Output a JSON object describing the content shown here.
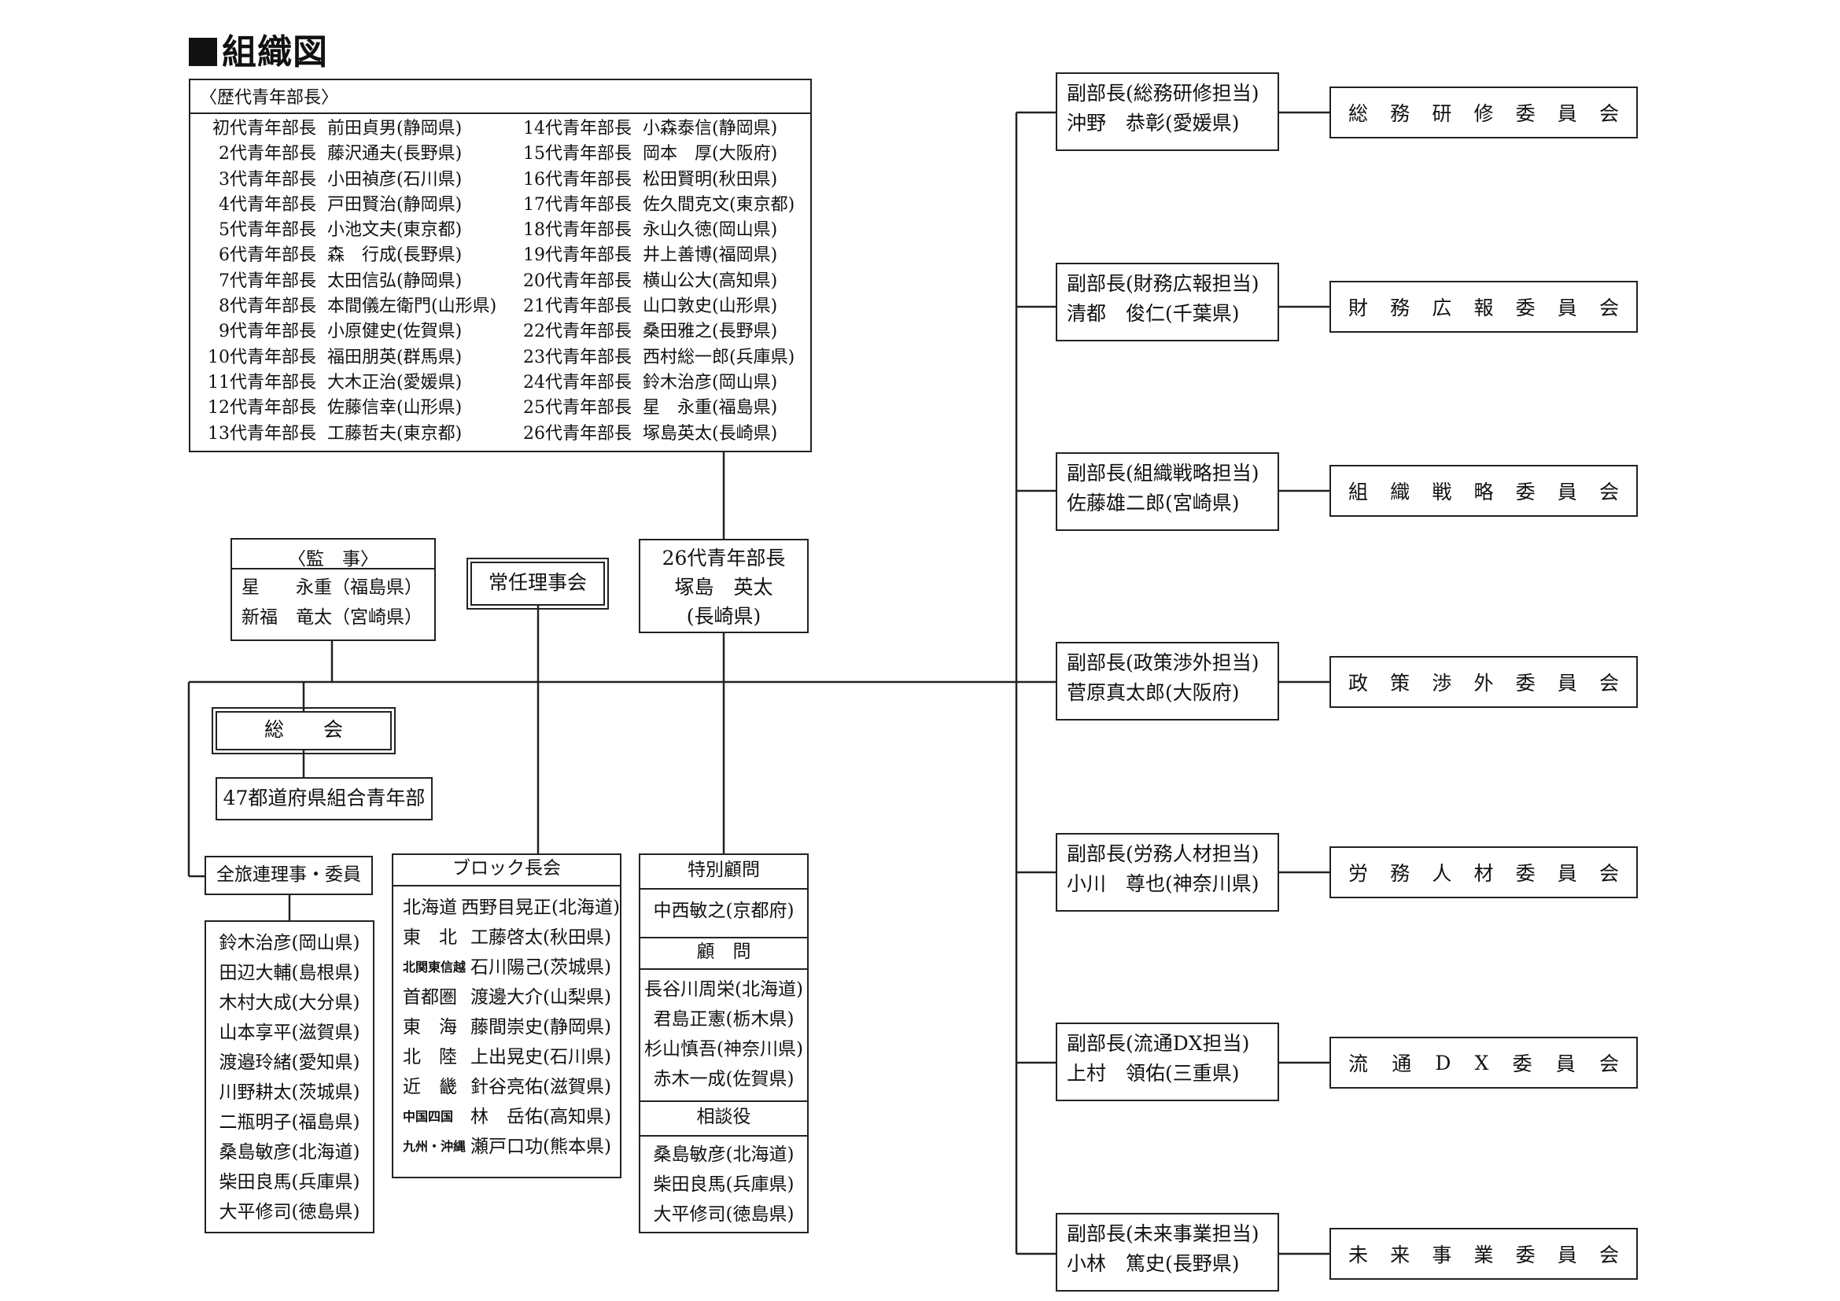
{
  "title": "組織図",
  "history": {
    "header": "〈歴代青年部長〉",
    "left": [
      {
        "gen": "初代青年部長",
        "name": "前田貞男(静岡県)"
      },
      {
        "gen": "2代青年部長",
        "name": "藤沢通夫(長野県)"
      },
      {
        "gen": "3代青年部長",
        "name": "小田禎彦(石川県)"
      },
      {
        "gen": "4代青年部長",
        "name": "戸田賢治(静岡県)"
      },
      {
        "gen": "5代青年部長",
        "name": "小池文夫(東京都)"
      },
      {
        "gen": "6代青年部長",
        "name": "森　行成(長野県)"
      },
      {
        "gen": "7代青年部長",
        "name": "太田信弘(静岡県)"
      },
      {
        "gen": "8代青年部長",
        "name": "本間儀左衛門(山形県)"
      },
      {
        "gen": "9代青年部長",
        "name": "小原健史(佐賀県)"
      },
      {
        "gen": "10代青年部長",
        "name": "福田朋英(群馬県)"
      },
      {
        "gen": "11代青年部長",
        "name": "大木正治(愛媛県)"
      },
      {
        "gen": "12代青年部長",
        "name": "佐藤信幸(山形県)"
      },
      {
        "gen": "13代青年部長",
        "name": "工藤哲夫(東京都)"
      }
    ],
    "right": [
      {
        "gen": "14代青年部長",
        "name": "小森泰信(静岡県)"
      },
      {
        "gen": "15代青年部長",
        "name": "岡本　厚(大阪府)"
      },
      {
        "gen": "16代青年部長",
        "name": "松田賢明(秋田県)"
      },
      {
        "gen": "17代青年部長",
        "name": "佐久間克文(東京都)"
      },
      {
        "gen": "18代青年部長",
        "name": "永山久徳(岡山県)"
      },
      {
        "gen": "19代青年部長",
        "name": "井上善博(福岡県)"
      },
      {
        "gen": "20代青年部長",
        "name": "横山公大(高知県)"
      },
      {
        "gen": "21代青年部長",
        "name": "山口敦史(山形県)"
      },
      {
        "gen": "22代青年部長",
        "name": "桑田雅之(長野県)"
      },
      {
        "gen": "23代青年部長",
        "name": "西村総一郎(兵庫県)"
      },
      {
        "gen": "24代青年部長",
        "name": "鈴木治彦(岡山県)"
      },
      {
        "gen": "25代青年部長",
        "name": "星　永重(福島県)"
      },
      {
        "gen": "26代青年部長",
        "name": "塚島英太(長崎県)"
      }
    ]
  },
  "auditors": {
    "header": "〈監　事〉",
    "members": [
      "星　　永重（福島県）",
      "新福　竜太（宮崎県）"
    ]
  },
  "standing_board": "常任理事会",
  "chief": {
    "title": "26代青年部長",
    "name": "塚島　英太",
    "pref": "(長崎県)"
  },
  "general_assembly": "総　　会",
  "prefectures": "47都道府県組合青年部",
  "zenryoren": {
    "header": "全旅連理事・委員",
    "members": [
      "鈴木治彦(岡山県)",
      "田辺大輔(島根県)",
      "木村大成(大分県)",
      "山本享平(滋賀県)",
      "渡邉玲緒(愛知県)",
      "川野耕太(茨城県)",
      "二瓶明子(福島県)",
      "桑島敏彦(北海道)",
      "柴田良馬(兵庫県)",
      "大平修司(徳島県)"
    ]
  },
  "block": {
    "header": "ブロック長会",
    "members": [
      {
        "area": "北海道",
        "name": "西野目晃正(北海道)"
      },
      {
        "area": "東　北",
        "name": "工藤啓太(秋田県)"
      },
      {
        "area": "北関東信越",
        "name": "石川陽己(茨城県)"
      },
      {
        "area": "首都圏",
        "name": "渡邊大介(山梨県)"
      },
      {
        "area": "東　海",
        "name": "藤間崇史(静岡県)"
      },
      {
        "area": "北　陸",
        "name": "上出晃史(石川県)"
      },
      {
        "area": "近　畿",
        "name": "針谷亮佑(滋賀県)"
      },
      {
        "area": "中国四国",
        "name": "林　岳佑(高知県)"
      },
      {
        "area": "九州・沖縄",
        "name": "瀬戸口功(熊本県)"
      }
    ]
  },
  "advisors": {
    "special_header": "特別顧問",
    "special": [
      "中西敏之(京都府)"
    ],
    "advisor_header": "顧　問",
    "advisor": [
      "長谷川周栄(北海道)",
      "君島正憲(栃木県)",
      "杉山慎吾(神奈川県)",
      "赤木一成(佐賀県)"
    ],
    "counsel_header": "相談役",
    "counsel": [
      "桑島敏彦(北海道)",
      "柴田良馬(兵庫県)",
      "大平修司(徳島県)"
    ]
  },
  "vice": [
    {
      "role": "副部長(総務研修担当)",
      "name": "沖野　恭彰(愛媛県)",
      "committee": [
        "総",
        "務",
        "研",
        "修",
        "委",
        "員",
        "会"
      ]
    },
    {
      "role": "副部長(財務広報担当)",
      "name": "清都　俊仁(千葉県)",
      "committee": [
        "財",
        "務",
        "広",
        "報",
        "委",
        "員",
        "会"
      ]
    },
    {
      "role": "副部長(組織戦略担当)",
      "name": "佐藤雄二郎(宮崎県)",
      "committee": [
        "組",
        "織",
        "戦",
        "略",
        "委",
        "員",
        "会"
      ]
    },
    {
      "role": "副部長(政策渉外担当)",
      "name": "菅原真太郎(大阪府)",
      "committee": [
        "政",
        "策",
        "渉",
        "外",
        "委",
        "員",
        "会"
      ]
    },
    {
      "role": "副部長(労務人材担当)",
      "name": "小川　尊也(神奈川県)",
      "committee": [
        "労",
        "務",
        "人",
        "材",
        "委",
        "員",
        "会"
      ]
    },
    {
      "role": "副部長(流通DX担当)",
      "name": "上村　領佑(三重県)",
      "committee": [
        "流",
        "通",
        "D",
        "X",
        "委",
        "員",
        "会"
      ]
    },
    {
      "role": "副部長(未来事業担当)",
      "name": "小林　篤史(長野県)",
      "committee": [
        "未",
        "来",
        "事",
        "業",
        "委",
        "員",
        "会"
      ]
    }
  ]
}
